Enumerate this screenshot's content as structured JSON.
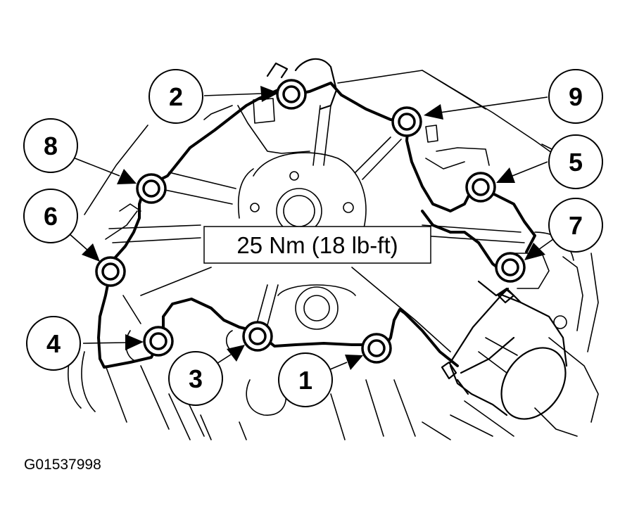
{
  "torque_label": "25 Nm (18 lb-ft)",
  "figure_id": "G01537998",
  "callouts": [
    {
      "number": "1"
    },
    {
      "number": "2"
    },
    {
      "number": "3"
    },
    {
      "number": "4"
    },
    {
      "number": "5"
    },
    {
      "number": "6"
    },
    {
      "number": "7"
    },
    {
      "number": "8"
    },
    {
      "number": "9"
    }
  ]
}
